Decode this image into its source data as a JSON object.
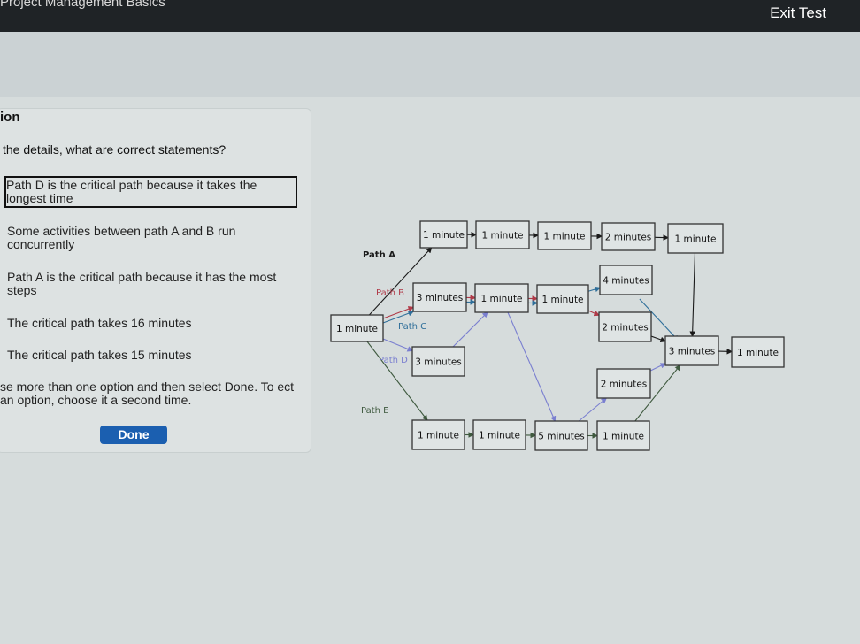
{
  "header": {
    "title": "Project Management Basics",
    "exit_label": "Exit Test"
  },
  "question": {
    "heading": "ion",
    "prompt": "the details, what are correct statements?",
    "options": [
      {
        "label": "Path D is the critical path because it takes the longest time",
        "selected": true
      },
      {
        "label": "Some activities between path A and B run concurrently",
        "selected": false
      },
      {
        "label": "Path A is the critical path because it has the most steps",
        "selected": false
      },
      {
        "label": "The critical path takes 16 minutes",
        "selected": false
      },
      {
        "label": "The critical path takes 15 minutes",
        "selected": false
      }
    ],
    "instructions": "se more than one option and then select Done. To ect an option, choose it a second time.",
    "done_label": "Done"
  },
  "diagram": {
    "nodes": {
      "start": "1 minute",
      "a1": "1 minute",
      "a2": "1 minute",
      "a3": "1 minute",
      "a4": "2 minutes",
      "a5": "1 minute",
      "b1": "3 minutes",
      "b2": "1 minute",
      "b3": "1 minute",
      "b4": "4 minutes",
      "b5": "2 minutes",
      "d1": "3 minutes",
      "e5": "2 minutes",
      "merge": "3 minutes",
      "end": "1 minute",
      "e1": "1 minute",
      "e2": "1 minute",
      "e3": "5 minutes",
      "e4": "1 minute"
    },
    "paths": [
      {
        "label": "Path A",
        "color": "#1a1a1a"
      },
      {
        "label": "Path B",
        "color": "#b03a48"
      },
      {
        "label": "Path C",
        "color": "#2f6f9a"
      },
      {
        "label": "Path D",
        "color": "#7a7fd0"
      },
      {
        "label": "Path E",
        "color": "#3f5a3f"
      }
    ],
    "accent_color": "#1b5fb0"
  }
}
